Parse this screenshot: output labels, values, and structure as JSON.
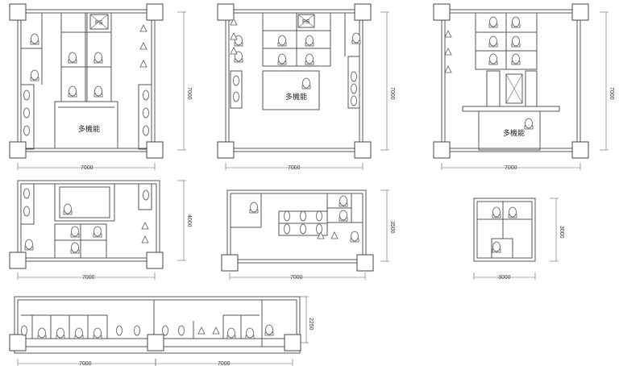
{
  "labels": {
    "ps": "PS",
    "multipurpose": "多機能"
  },
  "dimensions": {
    "d7000": "7000",
    "d4000": "4000",
    "d3500": "3500",
    "d3000": "3000",
    "d2250": "2250"
  },
  "colors": {
    "line": "#555555",
    "background": "#ffffff"
  }
}
